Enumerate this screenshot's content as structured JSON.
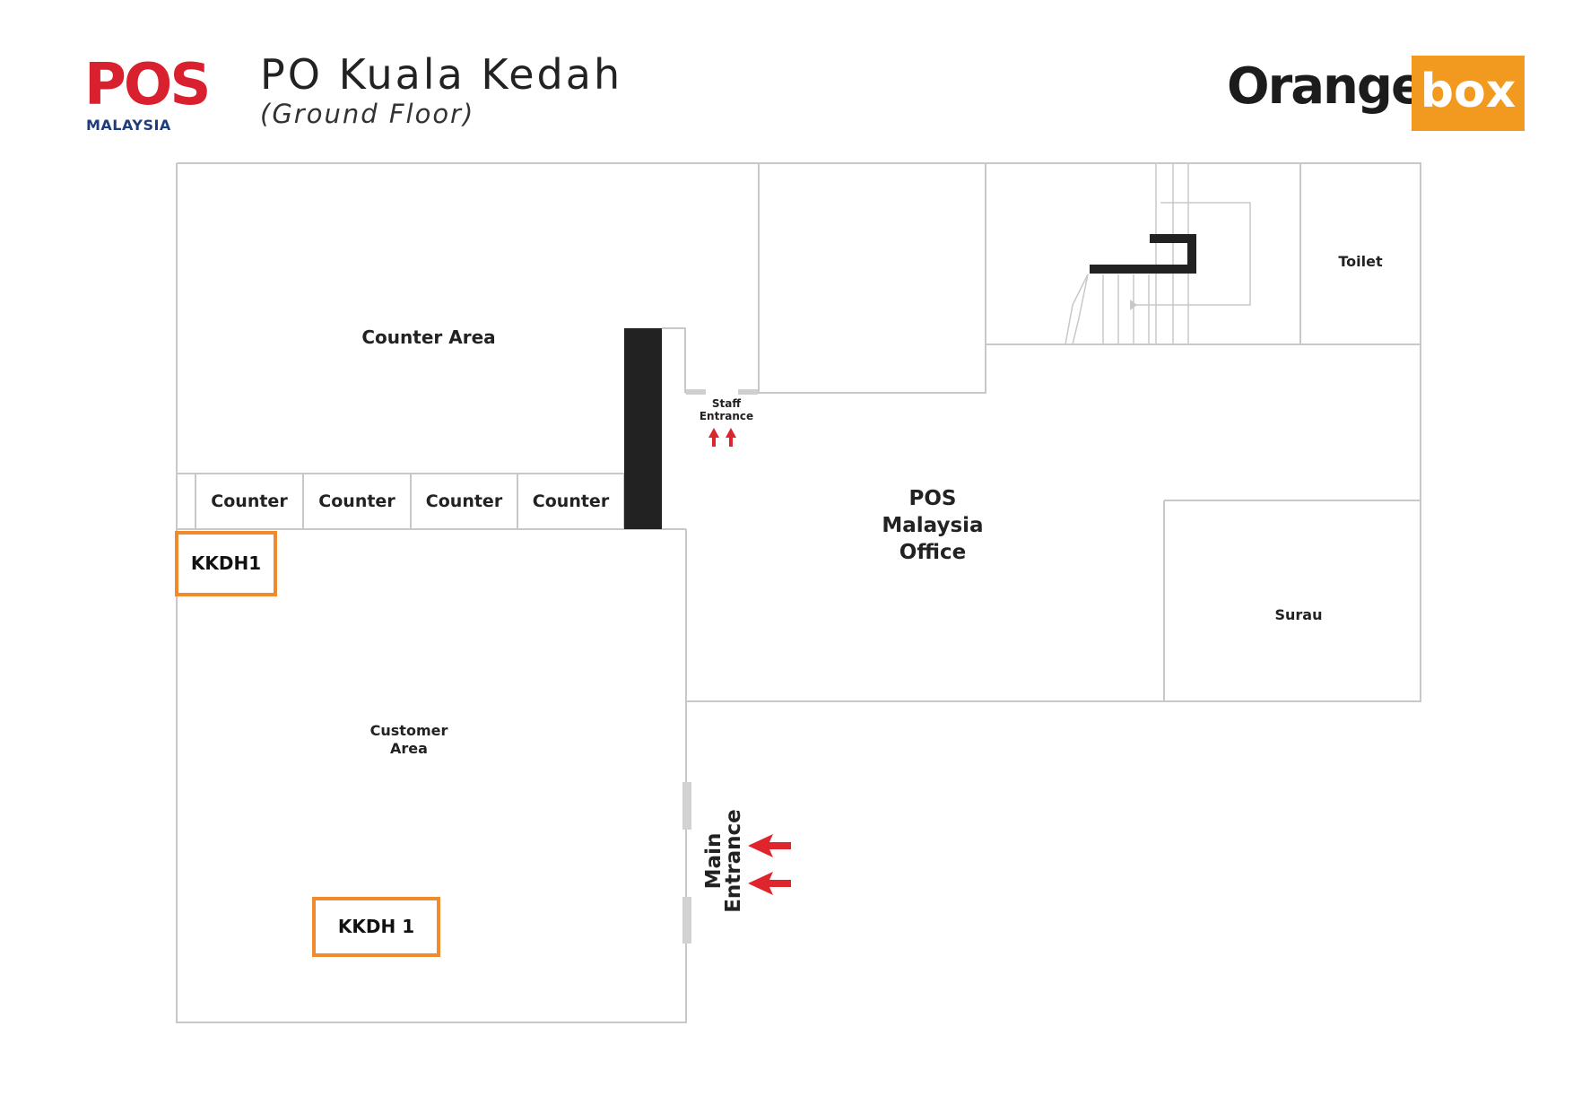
{
  "header": {
    "title": "PO Kuala Kedah",
    "subtitle": "(Ground Floor)"
  },
  "logos": {
    "pos": {
      "wordmark": "POS",
      "sub": "MALAYSIA",
      "color": "#d8202e",
      "sub_color": "#1f3d7a"
    },
    "orangebox": {
      "word1": "Orange",
      "word2": "box",
      "box_color": "#f29a1f"
    }
  },
  "rooms": {
    "counter_area": "Counter Area",
    "counters": [
      "Counter",
      "Counter",
      "Counter",
      "Counter"
    ],
    "customer_area_line1": "Customer",
    "customer_area_line2": "Area",
    "pos_office_line1": "POS",
    "pos_office_line2": "Malaysia",
    "pos_office_line3": "Office",
    "toilet": "Toilet",
    "surau": "Surau"
  },
  "entrances": {
    "staff_line1": "Staff",
    "staff_line2": "Entrance",
    "main_line1": "Main",
    "main_line2": "Entrance"
  },
  "kiosks": [
    "KKDH1",
    "KKDH 1"
  ],
  "colors": {
    "wall": "#c8c8c8",
    "kiosk_border": "#ef8a2e",
    "arrow": "#e0242b",
    "dark": "#222222"
  }
}
